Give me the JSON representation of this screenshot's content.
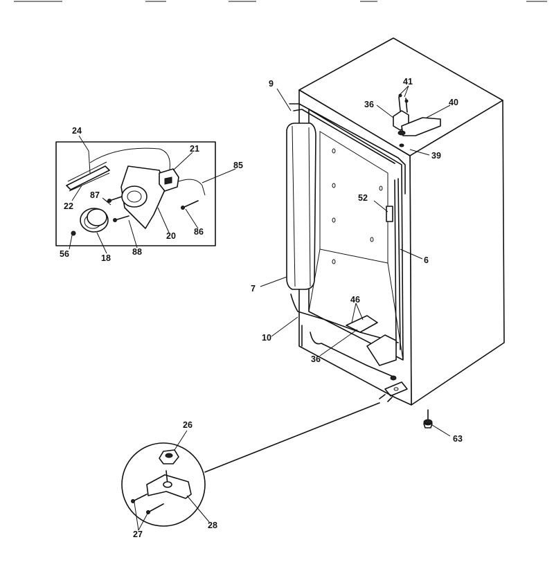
{
  "callouts": [
    {
      "id": "c9",
      "text": "9"
    },
    {
      "id": "c41",
      "text": "41"
    },
    {
      "id": "c36a",
      "text": "36"
    },
    {
      "id": "c40",
      "text": "40"
    },
    {
      "id": "c39",
      "text": "39"
    },
    {
      "id": "c24",
      "text": "24"
    },
    {
      "id": "c21",
      "text": "21"
    },
    {
      "id": "c85",
      "text": "85"
    },
    {
      "id": "c87",
      "text": "87"
    },
    {
      "id": "c22",
      "text": "22"
    },
    {
      "id": "c20",
      "text": "20"
    },
    {
      "id": "c86",
      "text": "86"
    },
    {
      "id": "c56",
      "text": "56"
    },
    {
      "id": "c18",
      "text": "18"
    },
    {
      "id": "c88",
      "text": "88"
    },
    {
      "id": "c52",
      "text": "52"
    },
    {
      "id": "c6",
      "text": "6"
    },
    {
      "id": "c7",
      "text": "7"
    },
    {
      "id": "c46",
      "text": "46"
    },
    {
      "id": "c10",
      "text": "10"
    },
    {
      "id": "c36b",
      "text": "36"
    },
    {
      "id": "c63",
      "text": "63"
    },
    {
      "id": "c26",
      "text": "26"
    },
    {
      "id": "c28",
      "text": "28"
    },
    {
      "id": "c27",
      "text": "27"
    }
  ]
}
